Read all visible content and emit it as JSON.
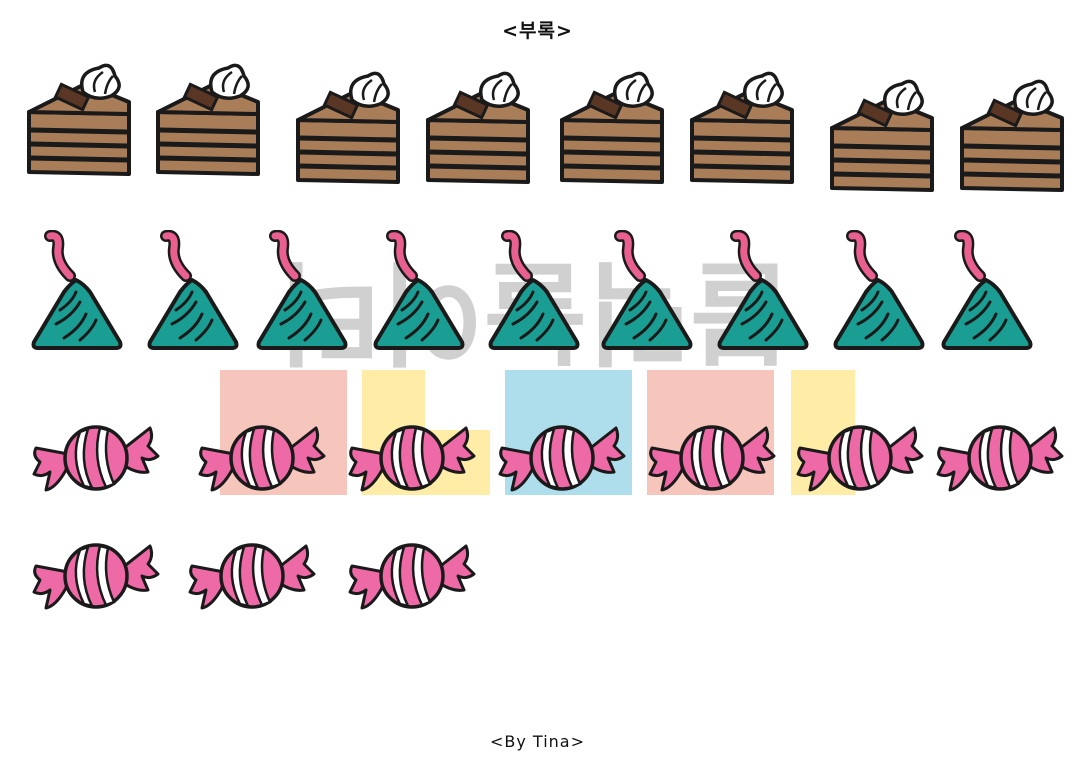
{
  "page": {
    "title": "<부록>",
    "footer": "<By Tina>"
  },
  "watermark": {
    "text": "블럭놀이터",
    "colors": [
      "#f3b3a6",
      "#ffe58a",
      "#8ccfe3",
      "#f3b3a6",
      "#ffe58a"
    ]
  },
  "stickers": {
    "cake": {
      "count": 8,
      "icon": "cake-slice-icon",
      "colors": {
        "sponge": "#a87d58",
        "cream": "#ffffff",
        "choc": "#5a3624"
      }
    },
    "kiss_candy": {
      "count": 9,
      "icon": "chocolate-kiss-icon",
      "colors": {
        "foil": "#1a9e94",
        "ribbon": "#e95f8f"
      }
    },
    "wrapped_candy": {
      "count": 10,
      "icon": "wrapped-candy-icon",
      "colors": {
        "wrap": "#ee6aa7",
        "stripe": "#ffffff"
      }
    }
  }
}
